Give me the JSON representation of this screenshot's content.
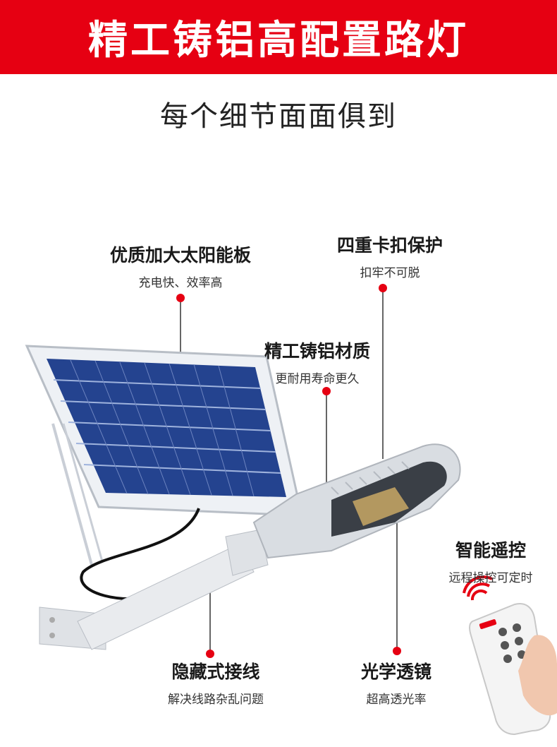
{
  "banner": {
    "title": "精工铸铝高配置路灯",
    "color": "#e60012"
  },
  "subtitle": "每个细节面面俱到",
  "callouts": {
    "solar_panel": {
      "title": "优质加大太阳能板",
      "desc": "充电快、效率高"
    },
    "clip": {
      "title": "四重卡扣保护",
      "desc": "扣牢不可脱"
    },
    "aluminum": {
      "title": "精工铸铝材质",
      "desc": "更耐用寿命更久"
    },
    "remote": {
      "title": "智能遥控",
      "desc": "远程操控可定时"
    },
    "wiring": {
      "title": "隐藏式接线",
      "desc": "解决线路杂乱问题"
    },
    "lens": {
      "title": "光学透镜",
      "desc": "超高透光率"
    }
  },
  "icons": [
    "solar-panel-icon",
    "street-lamp-icon",
    "remote-control-icon",
    "signal-icon",
    "hand-icon"
  ],
  "accent_color": "#e60012"
}
